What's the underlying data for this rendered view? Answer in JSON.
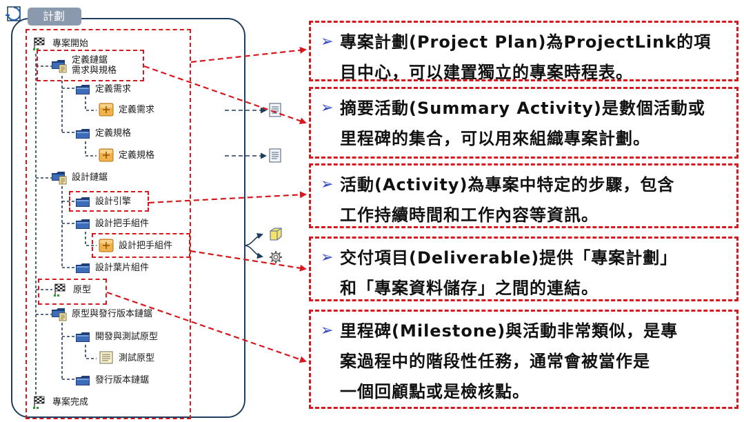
{
  "panel": {
    "title": "計劃"
  },
  "tree": {
    "project_start": "專案開始",
    "summary1_line1": "定義鏈鋸",
    "summary1_line2": "需求與規格",
    "def_req_group": "定義需求",
    "def_req_task": "定義需求",
    "def_spec_group": "定義規格",
    "def_spec_task": "定義規格",
    "design_chainsaw": "設計鏈鋸",
    "design_engine": "設計引擎",
    "design_handle_group": "設計把手組件",
    "design_handle_task": "設計把手組件",
    "design_blade": "設計葉片組件",
    "prototype": "原型",
    "proto_release_key": "原型與發行版本鏈鋸",
    "dev_test_proto": "開發與測試原型",
    "test_proto": "測試原型",
    "release_key": "發行版本鏈鋸",
    "project_done": "專案完成"
  },
  "callouts": [
    {
      "text": "專案計劃(Project Plan)為ProjectLink的項\n目中心，可以建置獨立的專案時程表。"
    },
    {
      "text": "摘要活動(Summary Activity)是數個活動或\n里程碑的集合，可以用來組織專案計劃。"
    },
    {
      "text": "活動(Activity)為專案中特定的步驟，包含\n工作持續時間和工作內容等資訊。"
    },
    {
      "text": "交付項目(Deliverable)提供「專案計劃」\n和「專案資料儲存」之間的連結。"
    },
    {
      "text": "里程碑(Milestone)與活動非常類似，是專\n案過程中的階段性任務，通常會被當作是\n一個回顧點或是檢核點。"
    }
  ],
  "colors": {
    "red_dash": "#d8171c",
    "panel_border": "#1f3d5c",
    "tab_bg": "#8a99ad",
    "bullet_arrow": "#2e46c4"
  },
  "icons": {
    "summary": "folder-doc-icon",
    "group": "blue-folder-icon",
    "activity": "orange-task-icon",
    "milestone": "checkered-flag-icon",
    "deliverable": "document-icon"
  }
}
